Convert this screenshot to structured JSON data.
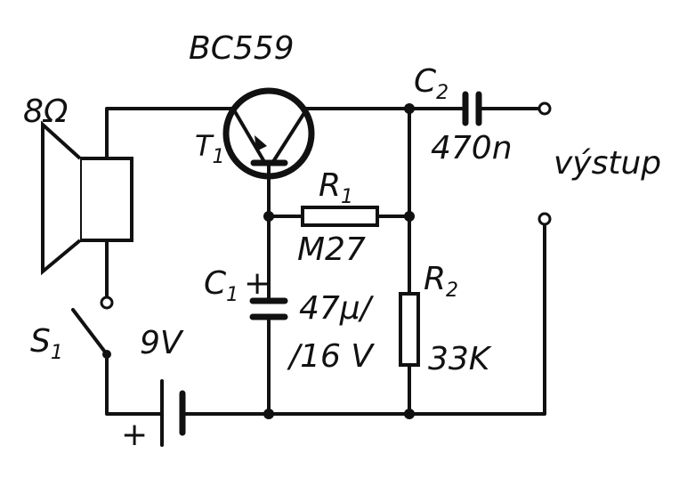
{
  "labels": {
    "transistor_type": "BC559",
    "transistor_ref": "T",
    "transistor_sub": "1",
    "speaker_impedance": "8Ω",
    "c2_ref": "C",
    "c2_sub": "2",
    "c2_value": "470n",
    "output": "výstup",
    "r1_ref": "R",
    "r1_sub": "1",
    "r1_value": "M27",
    "c1_ref": "C",
    "c1_sub": "1",
    "c1_plus": "+",
    "c1_value_line1": "47μ/",
    "c1_value_line2": "/16 V",
    "r2_ref": "R",
    "r2_sub": "2",
    "r2_value": "33K",
    "switch_ref": "S",
    "switch_sub": "1",
    "battery_voltage": "9V",
    "battery_plus": "+"
  },
  "colors": {
    "ink": "#111111",
    "paper": "#ffffff"
  }
}
